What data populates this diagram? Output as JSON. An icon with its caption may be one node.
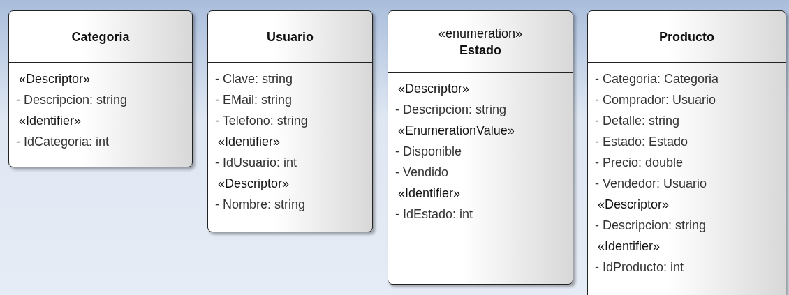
{
  "diagram": {
    "nodes": [
      {
        "text": [
          "Categoria",
          "«Descriptor»",
          "- Descripcion: string",
          "«Identifier»",
          "- IdCategoria: int"
        ]
      },
      {
        "text": [
          "Usuario",
          "- Clave: string",
          "- EMail: string",
          "- Telefono: string",
          "«Identifier»",
          "- IdUsuario: int",
          "«Descriptor»",
          "- Nombre: string"
        ]
      },
      {
        "text": [
          "«enumeration»",
          "Estado",
          "«Descriptor»",
          "- Descripcion: string",
          "«EnumerationValue»",
          "- Disponible",
          "- Vendido",
          "«Identifier»",
          "- IdEstado: int"
        ]
      },
      {
        "text": [
          "Producto",
          "- Categoria: Categoria",
          "- Comprador: Usuario",
          "- Detalle: string",
          "- Estado: Estado",
          "- Precio: double",
          "- Vendedor: Usuario",
          "«Descriptor»",
          "- Descripcion: string",
          "«Identifier»",
          "- IdProducto: int"
        ]
      }
    ],
    "edges": []
  }
}
